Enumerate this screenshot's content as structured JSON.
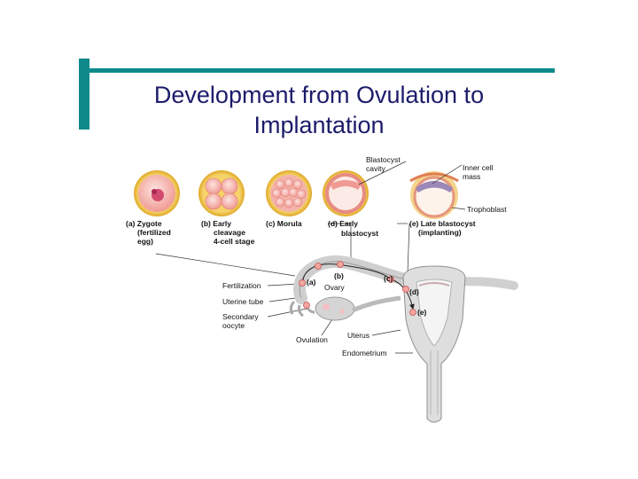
{
  "title": {
    "line1": "Development from Ovulation to",
    "line2": "Implantation"
  },
  "stages": {
    "a": {
      "line1": "(a) Zygote",
      "line2": "(fertilized",
      "line3": "egg)"
    },
    "b": {
      "line1": "(b) Early",
      "line2": "cleavage",
      "line3": "4-cell stage"
    },
    "c": {
      "line1": "(c) Morula"
    },
    "d": {
      "line1": "(d) Early",
      "line2": "blastocyst"
    },
    "e": {
      "line1": "(e) Late blastocyst",
      "line2": "(implanting)"
    }
  },
  "labels": {
    "blastocyst_cavity_1": "Blastocyst",
    "blastocyst_cavity_2": "cavity",
    "inner_cell_mass_1": "Inner cell",
    "inner_cell_mass_2": "mass",
    "trophoblast": "Trophoblast",
    "fertilization": "Fertilization",
    "uterine_tube": "Uterine tube",
    "secondary_oocyte_1": "Secondary",
    "secondary_oocyte_2": "oocyte",
    "ovulation": "Ovulation",
    "ovary": "Ovary",
    "uterus": "Uterus",
    "endometrium": "Endometrium"
  },
  "path_markers": {
    "a": "(a)",
    "b": "(b)",
    "c": "(c)",
    "d": "(d)",
    "e": "(e)"
  },
  "colors": {
    "accent": "#0e8a8a",
    "title_text": "#1c1c6b",
    "zona": "#f2c84b",
    "cell": "#f3a6a0",
    "tissue": "#d9d9d9"
  }
}
